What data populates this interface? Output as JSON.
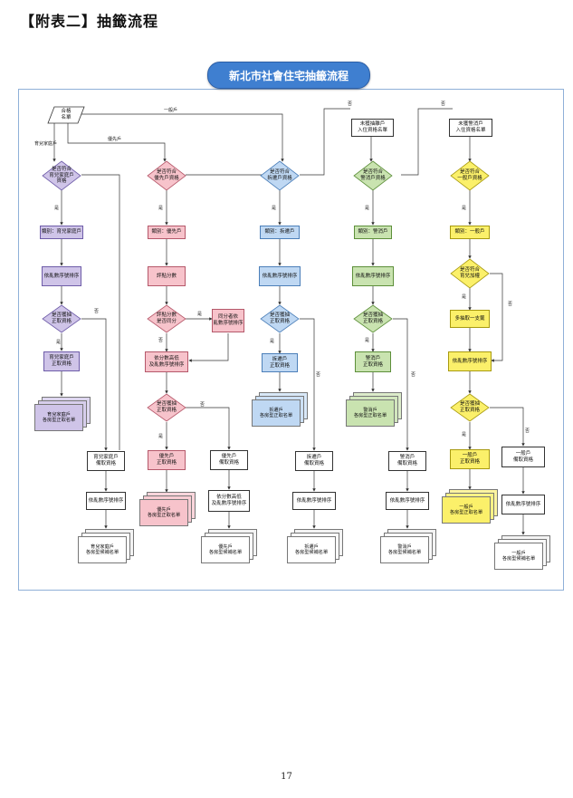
{
  "page_heading": "【附表二】抽籤流程",
  "chart_title": "新北市社會住宅抽籤流程",
  "page_number": "17",
  "colors": {
    "purple": "#cfc4e8",
    "pink": "#f7c3cb",
    "blue": "#bfd8f3",
    "green": "#c9e3b0",
    "yellow": "#fbf06a",
    "title_blue": "#3f7fd0"
  },
  "start": "合格\n名單",
  "top_boxes": {
    "unmarked_police": "未獲抽離戶\n入住資格名單",
    "unmarked_police_general": "未獲警消戶\n入住資格名單"
  },
  "edge_labels": {
    "general_1": "一般戶",
    "priority": "優先戶",
    "childcare": "育兒家庭戶",
    "no_top_1": "否",
    "no_top_2": "否",
    "yes": "是",
    "no": "否"
  },
  "columns": {
    "childcare": {
      "check": "是否符合\n育兒家庭戶\n資格",
      "category": "類別：育兒家庭戶",
      "order": "依亂數序號排序",
      "phase": "是否獲抽\n正取資格",
      "admit": "育兒家庭戶\n正取資格",
      "stack": "育兒家庭戶\n各房型正取名單",
      "wait": "育兒家庭戶\n備取資格",
      "wait_order": "依亂數序號排序",
      "wait_stack": "育兒家庭戶\n各房型候補名單"
    },
    "priority": {
      "check": "是否符合\n優先戶資格",
      "category": "類別：優先戶",
      "score": "評點分數",
      "tie": "評點分數\n是否同分",
      "same": "同分者依\n亂數序號排序",
      "sort": "依分數高低\n及亂數序號排序",
      "phase": "是否獲抽\n正取資格",
      "admit": "優先戶\n正取資格",
      "stack": "優先戶\n各房型正取名單",
      "wait": "優先戶\n備取資格",
      "wait_sort": "依分數高低\n及亂數序號排序",
      "wait_stack": "優先戶\n各房型候補名單"
    },
    "displaced": {
      "check": "是否符合\n拆遷戶資格",
      "category": "類別：拆遷戶",
      "order": "依亂數序號排序",
      "phase": "是否獲抽\n正取資格",
      "admit": "拆遷戶\n正取資格",
      "stack": "拆遷戶\n各房型正取名單",
      "wait": "拆遷戶\n備取資格",
      "wait_order": "依亂數序號排序",
      "wait_stack": "拆遷戶\n各房型候補名單"
    },
    "police": {
      "check": "是否符合\n警消戶資格",
      "category": "類別：警消戶",
      "order": "依亂數序號排序",
      "phase": "是否獲抽\n正取資格",
      "admit": "警消戶\n正取資格",
      "stack": "警消戶\n各房型正取名單",
      "wait": "警消戶\n備取資格",
      "wait_order": "依亂數序號排序",
      "wait_stack": "警消戶\n各房型候補名單"
    },
    "general": {
      "check": "是否符合\n一般戶資格",
      "category": "類別：一般戶",
      "child": "是否符合\n育兒加權",
      "extra": "多抽取一支籤",
      "order": "依亂數序號排序",
      "phase": "是否獲抽\n正取資格",
      "admit": "一般戶\n正取資格",
      "stack": "一般戶\n各房型正取名單",
      "wait": "一般戶\n備取資格",
      "wait_order": "依亂數序號排序",
      "wait_stack": "一般戶\n各房型候補名單"
    }
  }
}
